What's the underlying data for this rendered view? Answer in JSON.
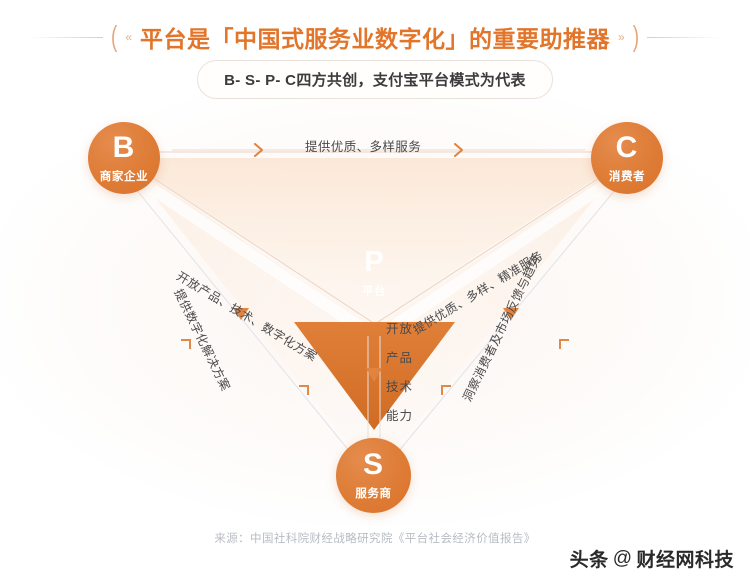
{
  "header": {
    "title": "平台是「中国式服务业数字化」的重要助推器",
    "subtitle": "B- S- P- C四方共创，支付宝平台模式为代表",
    "left_paren": "(",
    "right_paren": ")",
    "left_chevron": "«",
    "right_chevron": "»"
  },
  "diagram": {
    "nodes": {
      "b": {
        "letter": "B",
        "label": "商家企业"
      },
      "c": {
        "letter": "C",
        "label": "消费者"
      },
      "p": {
        "letter": "P",
        "label": "平台"
      },
      "s": {
        "letter": "S",
        "label": "服务商"
      }
    },
    "edges": {
      "b_to_c": "提供优质、多样服务",
      "b_to_p": "开放产品、技术、数字化方案",
      "p_to_c": "提供优质、多样、精准服务",
      "b_to_s": "提供数字化解决方案",
      "s_to_c": "洞察消费者及市场反馈与趋势"
    },
    "p_to_s_stack": [
      "开放",
      "产品",
      "技术",
      "能力"
    ]
  },
  "footer": {
    "source": "来源：中国社科院财经战略研究院《平台社会经济价值报告》",
    "watermark_brand": "头条",
    "watermark_at": "@",
    "watermark_account": "财经网科技"
  },
  "colors": {
    "accent": "#e2752a",
    "node": "#df7f3a",
    "funnel": "#d9722a",
    "text": "#4a4a4c",
    "muted": "#b8bcc4"
  }
}
